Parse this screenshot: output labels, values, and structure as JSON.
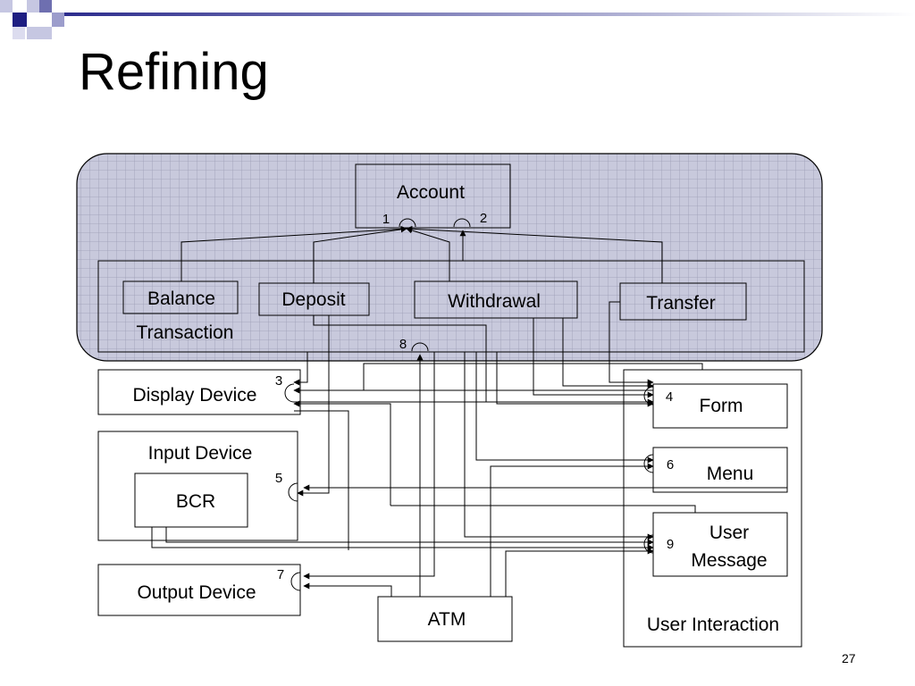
{
  "slide": {
    "title": "Refining",
    "page_number": "27"
  },
  "diagram": {
    "nodes": {
      "account": "Account",
      "transaction": "Transaction",
      "balance": "Balance",
      "deposit": "Deposit",
      "withdrawal": "Withdrawal",
      "transfer": "Transfer",
      "display_device": "Display Device",
      "input_device": "Input Device",
      "bcr": "BCR",
      "output_device": "Output Device",
      "atm": "ATM",
      "user_interaction": "User Interaction",
      "form": "Form",
      "menu": "Menu",
      "user_message_line1": "User",
      "user_message_line2": "Message"
    },
    "interface_labels": {
      "i1": "1",
      "i2": "2",
      "i3": "3",
      "i4": "4",
      "i5": "5",
      "i6": "6",
      "i7": "7",
      "i8": "8",
      "i9": "9"
    },
    "colors": {
      "region_fill": "#c8c9dc",
      "grid_line": "#9b9cb4",
      "accent_dark": "#1e1e82",
      "accent_light": "#b4b6dc"
    }
  }
}
